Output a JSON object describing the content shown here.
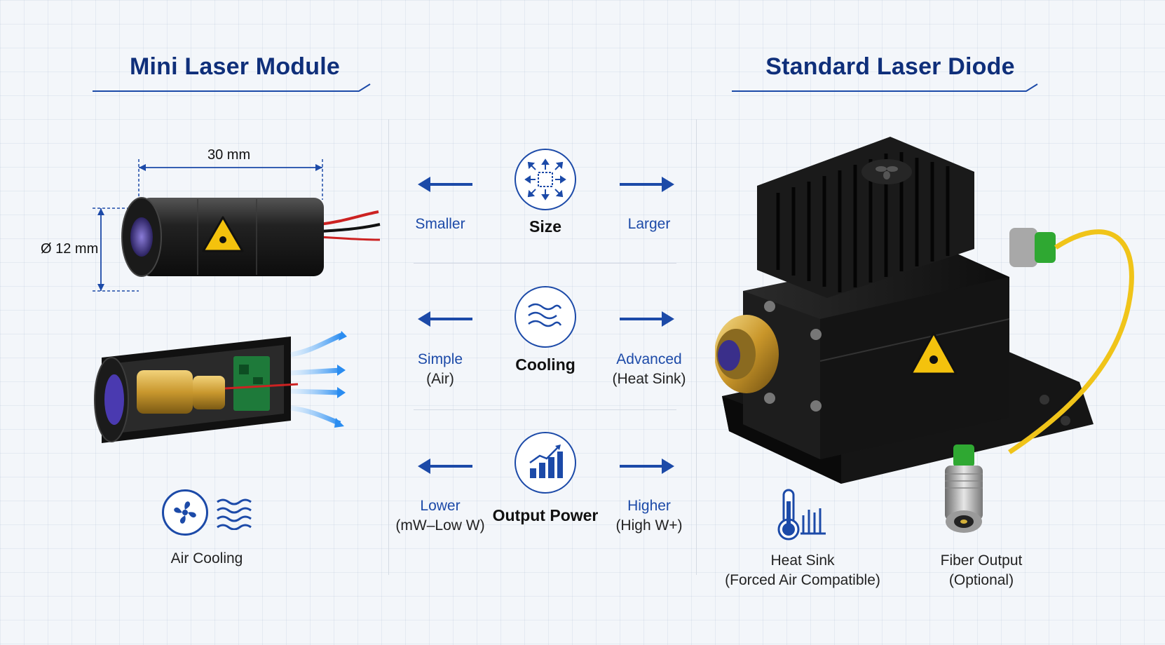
{
  "left": {
    "title": "Mini Laser Module",
    "length_dim": "30 mm",
    "diameter_dim": "Ø 12 mm",
    "feature_caption": "Air Cooling"
  },
  "right": {
    "title": "Standard Laser Diode",
    "features": [
      {
        "label": "Heat Sink",
        "sub": "(Forced Air Compatible)",
        "icon": "thermometer-heatsink-icon"
      },
      {
        "label": "Fiber Output",
        "sub": "(Optional)",
        "icon": "fiber-connector-icon"
      }
    ]
  },
  "comparison": [
    {
      "attribute": "Size",
      "left_main": "Smaller",
      "left_sub": "",
      "right_main": "Larger",
      "right_sub": "",
      "icon": "size-expand-icon"
    },
    {
      "attribute": "Cooling",
      "left_main": "Simple",
      "left_sub": "(Air)",
      "right_main": "Advanced",
      "right_sub": "(Heat Sink)",
      "icon": "airflow-icon"
    },
    {
      "attribute": "Output Power",
      "left_main": "Lower",
      "left_sub": "(mW–Low W)",
      "right_main": "Higher",
      "right_sub": "(High W+)",
      "icon": "bar-chart-icon"
    }
  ],
  "colors": {
    "accent": "#1c4aa8",
    "heading": "#0f2f7a",
    "warning": "#f4c20d"
  }
}
